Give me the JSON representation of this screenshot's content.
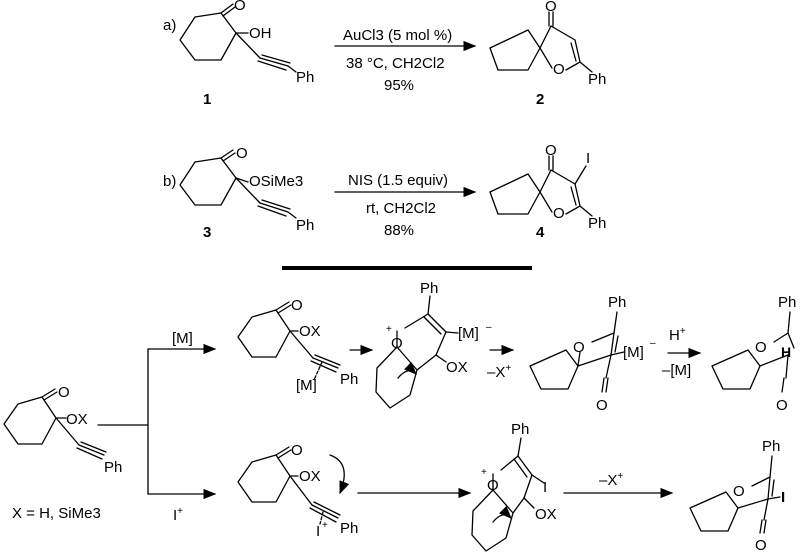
{
  "reaction_a": {
    "label": "a)",
    "conditions_1": "AuCl3 (5 mol %)",
    "conditions_2": "38 °C, CH2Cl2",
    "yield": "95%",
    "sm_number": "1",
    "product_number": "2"
  },
  "reaction_b": {
    "label": "b)",
    "conditions_1": "NIS (1.5 equiv)",
    "conditions_2": "rt, CH2Cl2",
    "yield": "88%",
    "sm_number": "3",
    "product_number": "4"
  },
  "mechanism": {
    "x_definition": "X = H, SiMe3",
    "metal_path_label": "[M]",
    "iodine_path_label": "I+",
    "deprotection_label": "–X+",
    "protonation_label_top": "H+",
    "protonation_label_bottom": "–[M]"
  },
  "atoms": {
    "O": "O",
    "OH": "OH",
    "OX": "OX",
    "OSiMe3": "OSiMe3",
    "Ph": "Ph",
    "I": "I",
    "H": "H",
    "M": "[M]",
    "Iplus": "I"
  }
}
